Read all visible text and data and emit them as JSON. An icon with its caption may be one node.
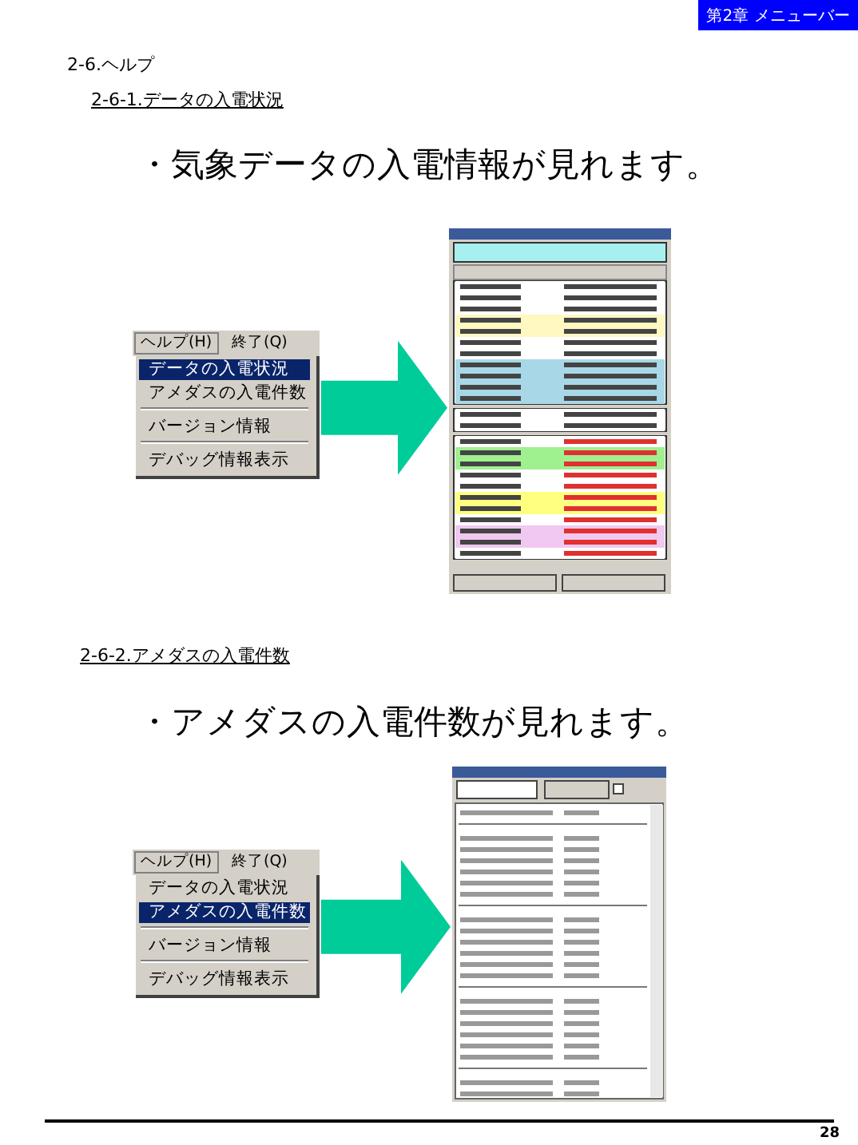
{
  "diagram": {
    "nodes": [
      {
        "text": [
          "第2章 メニューバー"
        ]
      },
      {
        "text": [
          "ヘルプ(H)",
          "終了(Q)",
          "データの入電状況",
          "アメダスの入電件数",
          "バージョン情報",
          "デバッグ情報表示"
        ]
      },
      {
        "text": [],
        "shape": "picture"
      },
      {
        "text": [
          "ヘルプ(H)",
          "終了(Q)",
          "データの入電状況",
          "アメダスの入電件数",
          "バージョン情報",
          "デバッグ情報表示"
        ]
      },
      {
        "text": [],
        "shape": "picture"
      }
    ],
    "edges": [
      {
        "from": 1,
        "to": 2,
        "arrow": "to"
      },
      {
        "from": 3,
        "to": 4,
        "arrow": "to"
      }
    ],
    "labels": [
      "2-6.ヘルプ",
      "2-6-1.データの入電状況",
      "・気象データの入電情報が見れます。",
      "2-6-2.アメダスの入電件数",
      "・アメダスの入電件数が見れます。",
      "28"
    ]
  }
}
